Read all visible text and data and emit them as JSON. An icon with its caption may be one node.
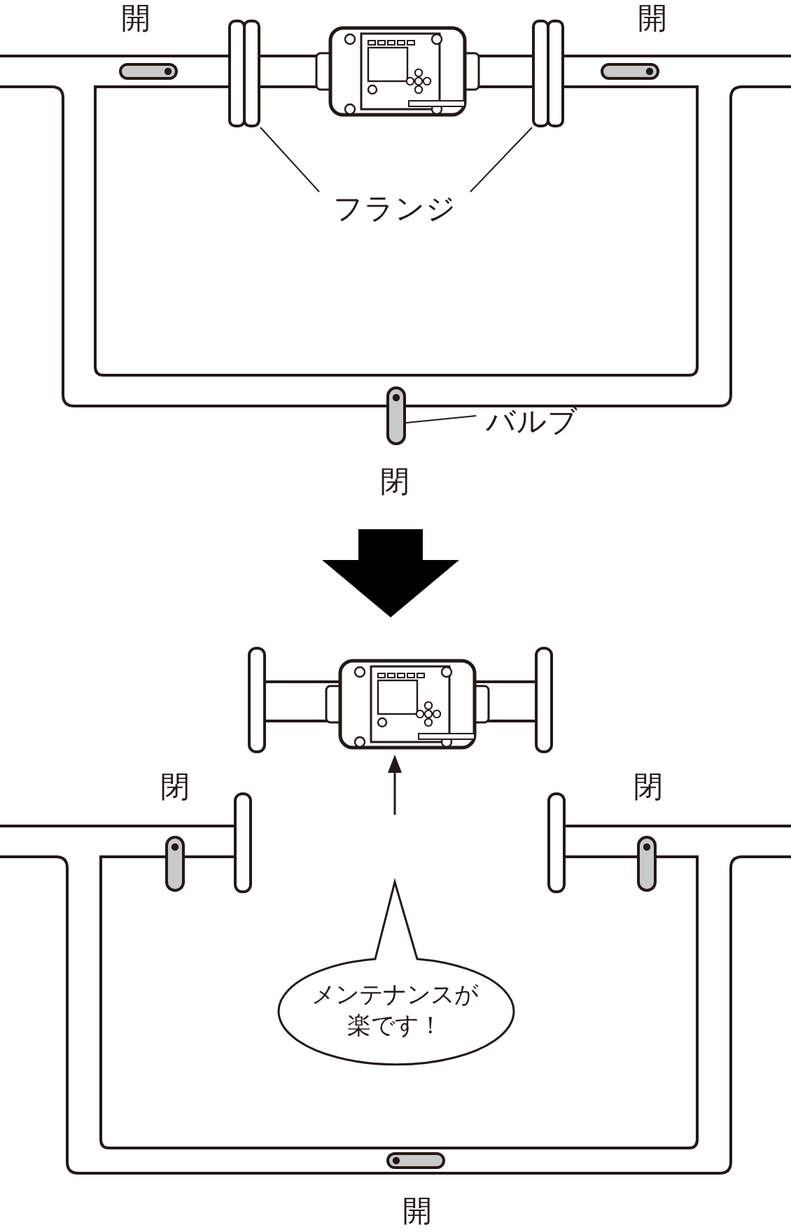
{
  "diagram": {
    "nodes": [
      {
        "text": [],
        "shape": "box"
      },
      {
        "text": [],
        "shape": "box"
      },
      {
        "text": [
          "フランジ"
        ]
      },
      {
        "text": [],
        "shape": "bar"
      },
      {
        "text": [
          "バルブ"
        ]
      },
      {
        "text": [
          "メンテナンスが楽です！"
        ]
      }
    ],
    "edges": [
      {
        "from": 2,
        "to": 0,
        "arrow": "none"
      },
      {
        "from": 2,
        "to": 1,
        "arrow": "none"
      },
      {
        "from": 4,
        "to": 3,
        "arrow": "none"
      }
    ],
    "labels": [
      "開",
      "開",
      "閉",
      "閉",
      "閉",
      "開"
    ]
  }
}
